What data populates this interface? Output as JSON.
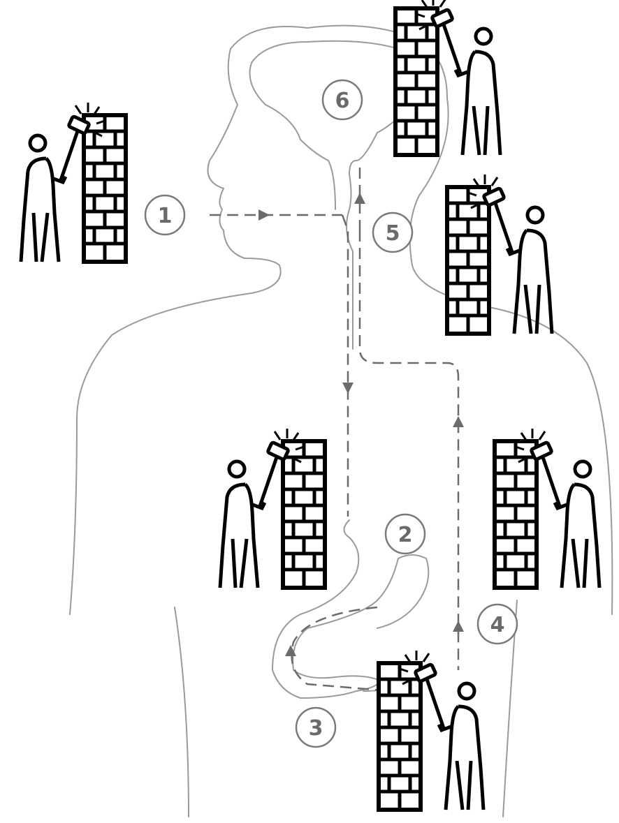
{
  "steps": [
    {
      "id": "1",
      "label": "1"
    },
    {
      "id": "2",
      "label": "2"
    },
    {
      "id": "3",
      "label": "3"
    },
    {
      "id": "4",
      "label": "4"
    },
    {
      "id": "5",
      "label": "5"
    },
    {
      "id": "6",
      "label": "6"
    }
  ],
  "colors": {
    "outline": "#9a9a9a",
    "dashed_path": "#6b6b6b",
    "icon": "#000000",
    "step_text": "#6a6a6a"
  },
  "icons": [
    "person-hammering-wall-icon",
    "brick-wall-icon",
    "hammer-icon"
  ]
}
